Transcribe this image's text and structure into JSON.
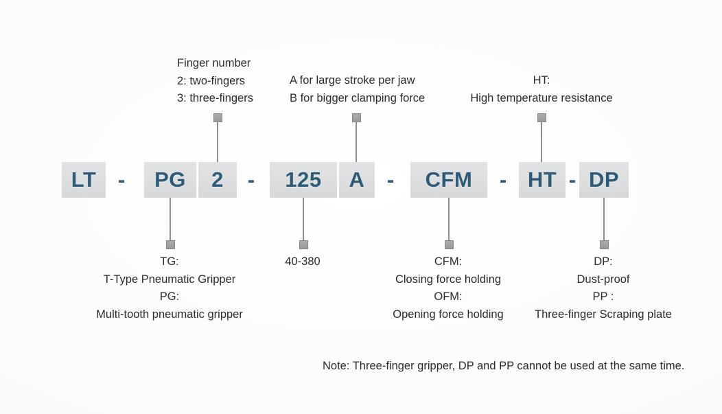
{
  "diagram": {
    "title": "Gripper model naming convention",
    "accent_color": "#2d5b77",
    "chip_bg": "#dddedf",
    "background": "#f8f8f8",
    "connector_color": "#8d8f91"
  },
  "code": {
    "segments": [
      {
        "id": "LT",
        "label": "LT"
      },
      {
        "id": "PG",
        "label": "PG"
      },
      {
        "id": "2",
        "label": "2"
      },
      {
        "id": "125",
        "label": "125"
      },
      {
        "id": "A",
        "label": "A"
      },
      {
        "id": "CFM",
        "label": "CFM"
      },
      {
        "id": "HT",
        "label": "HT"
      },
      {
        "id": "DP",
        "label": "DP"
      }
    ],
    "separator": "-"
  },
  "annotations": {
    "top": [
      {
        "id": "finger-number",
        "lines": [
          "Finger  number",
          "2:  two-fingers",
          "3:  three-fingers"
        ]
      },
      {
        "id": "stroke-force",
        "lines": [
          "A  for  large  stroke  per  jaw",
          "B  for  bigger  clamping  force"
        ]
      },
      {
        "id": "high-temperature",
        "lines": [
          "HT:",
          "High temperature resistance"
        ]
      }
    ],
    "bottom": [
      {
        "id": "gripper-type",
        "lines": [
          "TG:",
          "T-Type Pneumatic Gripper",
          "PG:",
          "Multi-tooth pneumatic gripper"
        ]
      },
      {
        "id": "size-range",
        "lines": [
          "40-380"
        ]
      },
      {
        "id": "force-holding",
        "lines": [
          "CFM:",
          "Closing force holding",
          "OFM:",
          "Opening force holding"
        ]
      },
      {
        "id": "protection",
        "lines": [
          "DP:",
          "Dust-proof",
          "PP :",
          "Three-finger Scraping plate"
        ]
      }
    ]
  },
  "note": {
    "text": "Note: Three-finger gripper, DP and PP cannot be used at the same time."
  }
}
